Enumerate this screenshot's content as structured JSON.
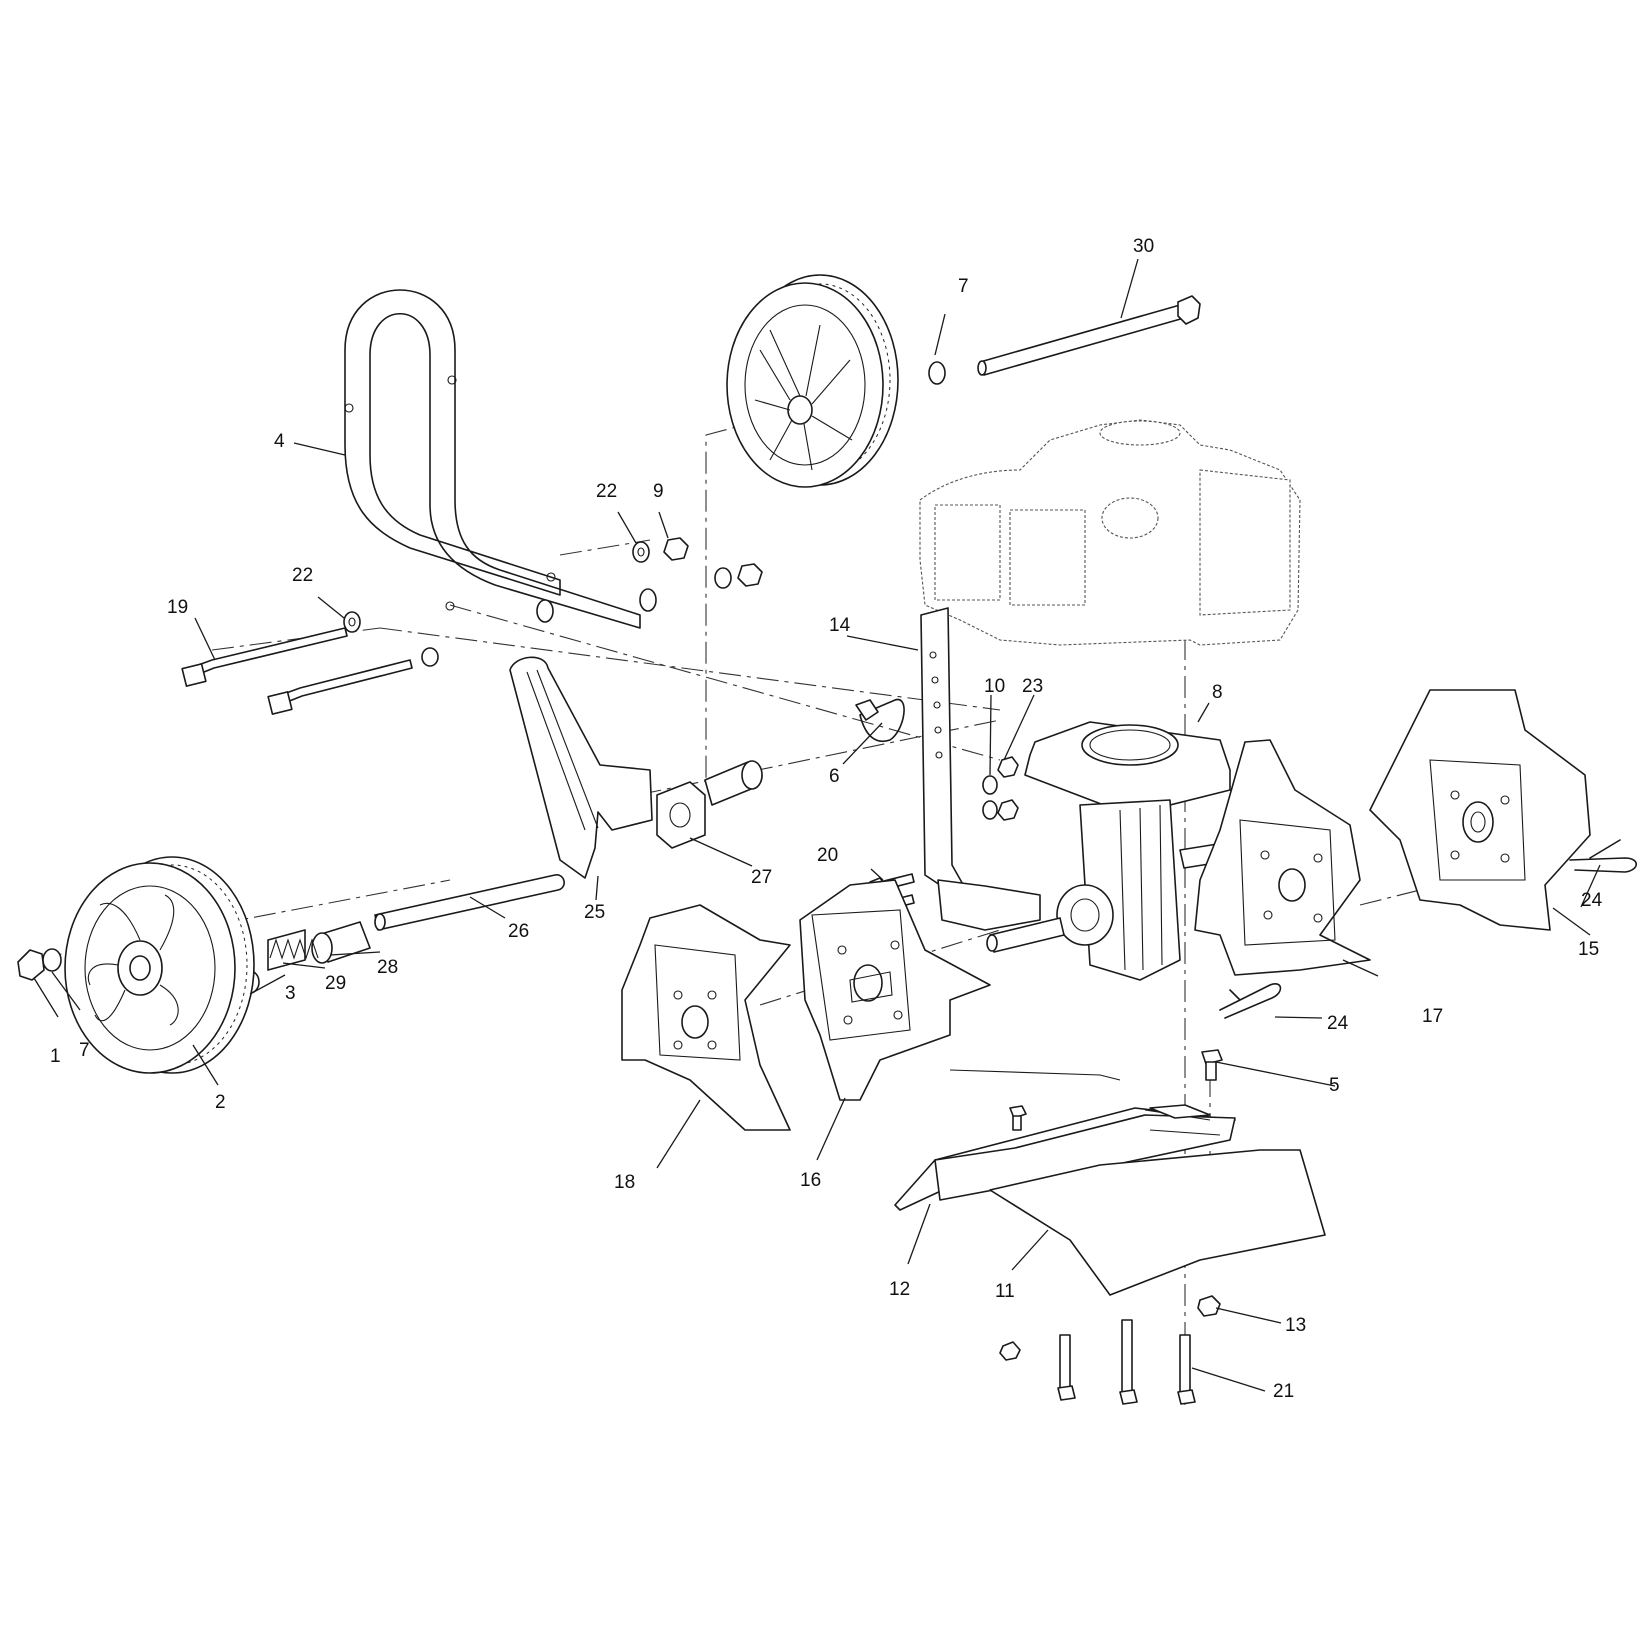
{
  "callouts": [
    {
      "id": "1",
      "label": "1"
    },
    {
      "id": "2",
      "label": "2"
    },
    {
      "id": "3",
      "label": "3"
    },
    {
      "id": "4",
      "label": "4"
    },
    {
      "id": "5",
      "label": "5"
    },
    {
      "id": "6",
      "label": "6"
    },
    {
      "id": "7a",
      "label": "7"
    },
    {
      "id": "7b",
      "label": "7"
    },
    {
      "id": "8",
      "label": "8"
    },
    {
      "id": "9",
      "label": "9"
    },
    {
      "id": "10",
      "label": "10"
    },
    {
      "id": "11",
      "label": "11"
    },
    {
      "id": "12",
      "label": "12"
    },
    {
      "id": "13",
      "label": "13"
    },
    {
      "id": "14",
      "label": "14"
    },
    {
      "id": "15",
      "label": "15"
    },
    {
      "id": "16",
      "label": "16"
    },
    {
      "id": "17",
      "label": "17"
    },
    {
      "id": "18",
      "label": "18"
    },
    {
      "id": "19",
      "label": "19"
    },
    {
      "id": "20",
      "label": "20"
    },
    {
      "id": "21",
      "label": "21"
    },
    {
      "id": "22a",
      "label": "22"
    },
    {
      "id": "22b",
      "label": "22"
    },
    {
      "id": "23",
      "label": "23"
    },
    {
      "id": "24a",
      "label": "24"
    },
    {
      "id": "24b",
      "label": "24"
    },
    {
      "id": "25",
      "label": "25"
    },
    {
      "id": "26",
      "label": "26"
    },
    {
      "id": "27",
      "label": "27"
    },
    {
      "id": "28",
      "label": "28"
    },
    {
      "id": "29",
      "label": "29"
    },
    {
      "id": "30",
      "label": "30"
    }
  ]
}
